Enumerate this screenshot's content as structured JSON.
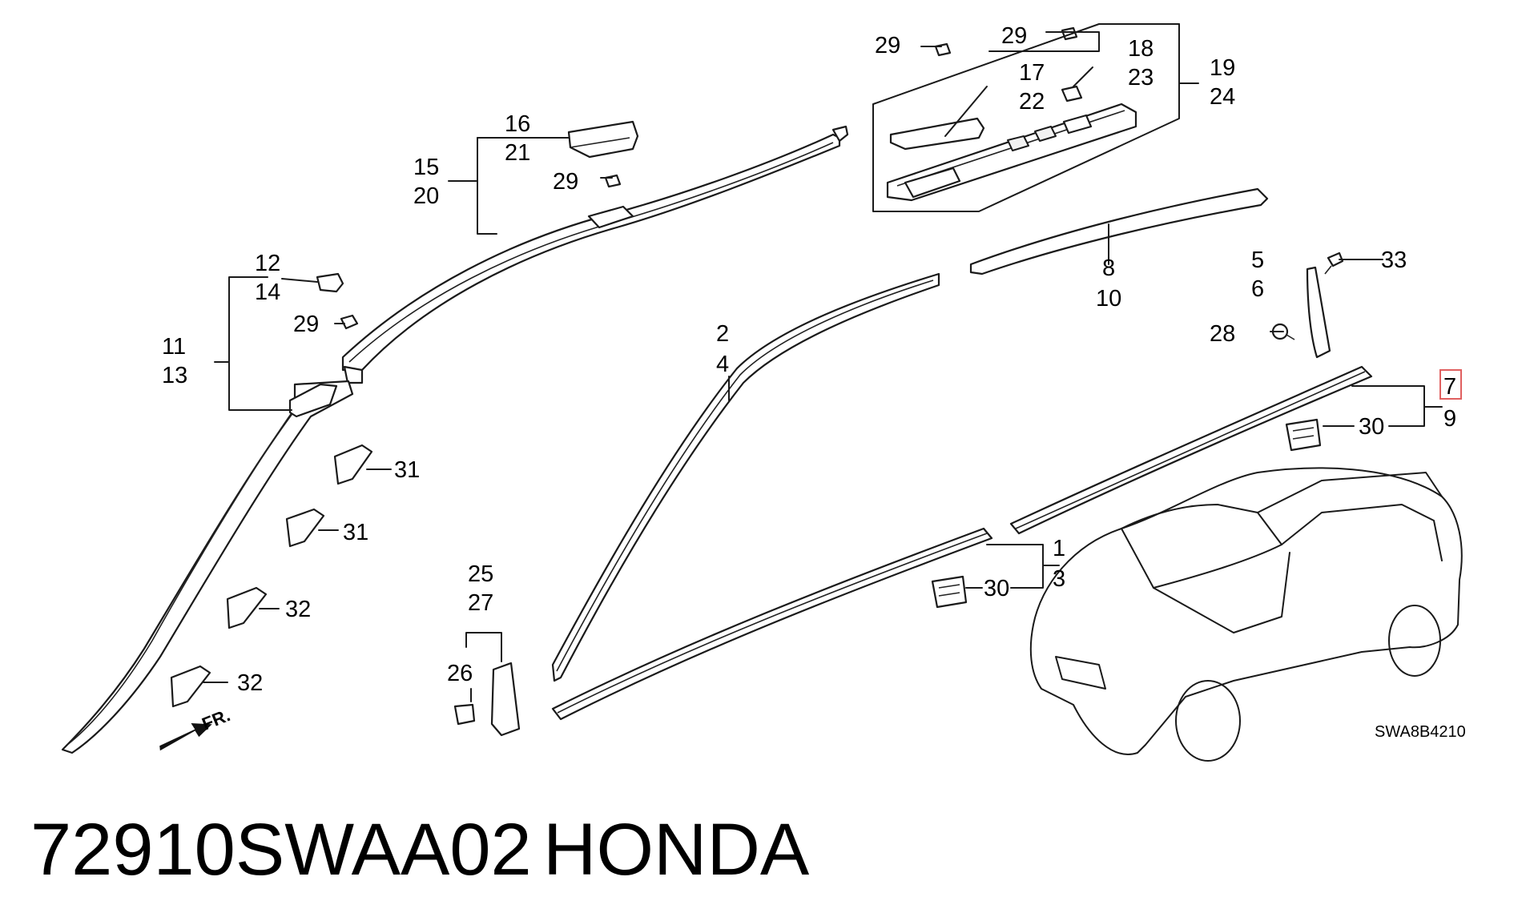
{
  "callouts": {
    "c29a": "29",
    "c29b": "29",
    "c29c": "29",
    "c29d": "29",
    "c18": "18",
    "c23": "23",
    "c17": "17",
    "c22": "22",
    "c19": "19",
    "c24": "24",
    "c16": "16",
    "c21": "21",
    "c15": "15",
    "c20": "20",
    "c12": "12",
    "c14": "14",
    "c11": "11",
    "c13": "13",
    "c8": "8",
    "c10": "10",
    "c5": "5",
    "c6": "6",
    "c33": "33",
    "c28": "28",
    "c2": "2",
    "c4": "4",
    "c7": "7",
    "c9": "9",
    "c30a": "30",
    "c30b": "30",
    "c31a": "31",
    "c31b": "31",
    "c32a": "32",
    "c32b": "32",
    "c1": "1",
    "c3": "3",
    "c25": "25",
    "c27": "27",
    "c26": "26"
  },
  "highlighted_callout": "7",
  "highlight_color": "#e06060",
  "direction_label": "FR.",
  "diagram_code": "SWA8B4210",
  "footer": {
    "part_number": "72910SWAA02",
    "brand": "HONDA"
  }
}
